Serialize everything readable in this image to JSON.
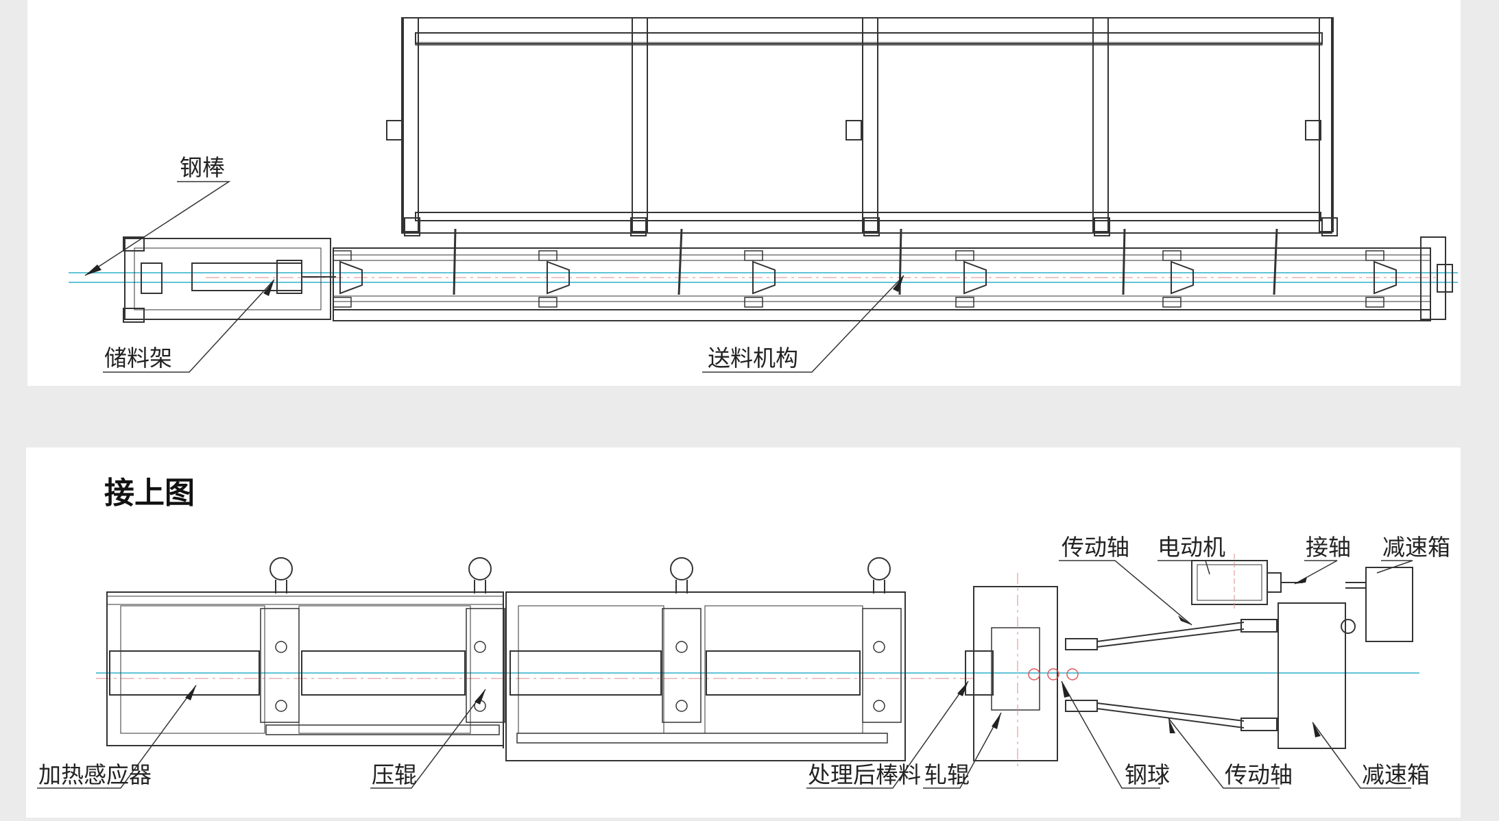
{
  "top": {
    "labels": {
      "steel_bar": "钢棒",
      "storage_rack": "储料架",
      "feeding_mechanism": "送料机构"
    }
  },
  "bottom": {
    "title": "接上图",
    "labels": {
      "heating_inductor": "加热感应器",
      "press_roller": "压辊",
      "processed_bar": "处理后棒料",
      "roll": "轧辊",
      "steel_ball": "钢球",
      "drive_shaft_lower": "传动轴",
      "reducer_lower": "减速箱",
      "drive_shaft_upper": "传动轴",
      "motor": "电动机",
      "coupling": "接轴",
      "reducer_upper": "减速箱"
    }
  }
}
